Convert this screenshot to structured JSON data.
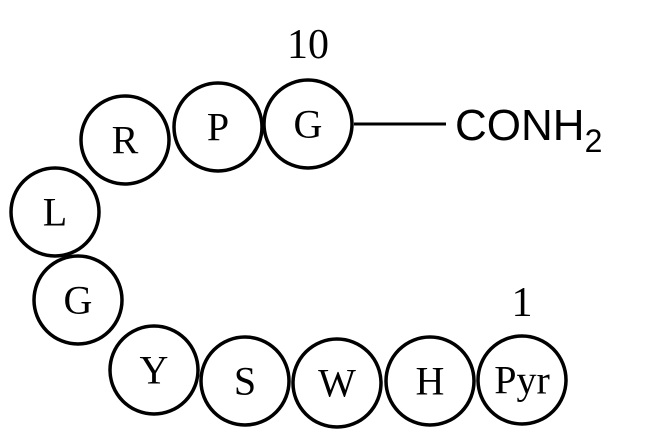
{
  "residues": [
    {
      "label": "Pyr",
      "position": 1
    },
    {
      "label": "H",
      "position": 2
    },
    {
      "label": "W",
      "position": 3
    },
    {
      "label": "S",
      "position": 4
    },
    {
      "label": "Y",
      "position": 5
    },
    {
      "label": "G",
      "position": 6
    },
    {
      "label": "L",
      "position": 7
    },
    {
      "label": "R",
      "position": 8
    },
    {
      "label": "P",
      "position": 9
    },
    {
      "label": "G",
      "position": 10
    }
  ],
  "position_labels": {
    "first": "1",
    "last": "10"
  },
  "terminal_group": {
    "main": "CONH",
    "subscript": "2"
  }
}
